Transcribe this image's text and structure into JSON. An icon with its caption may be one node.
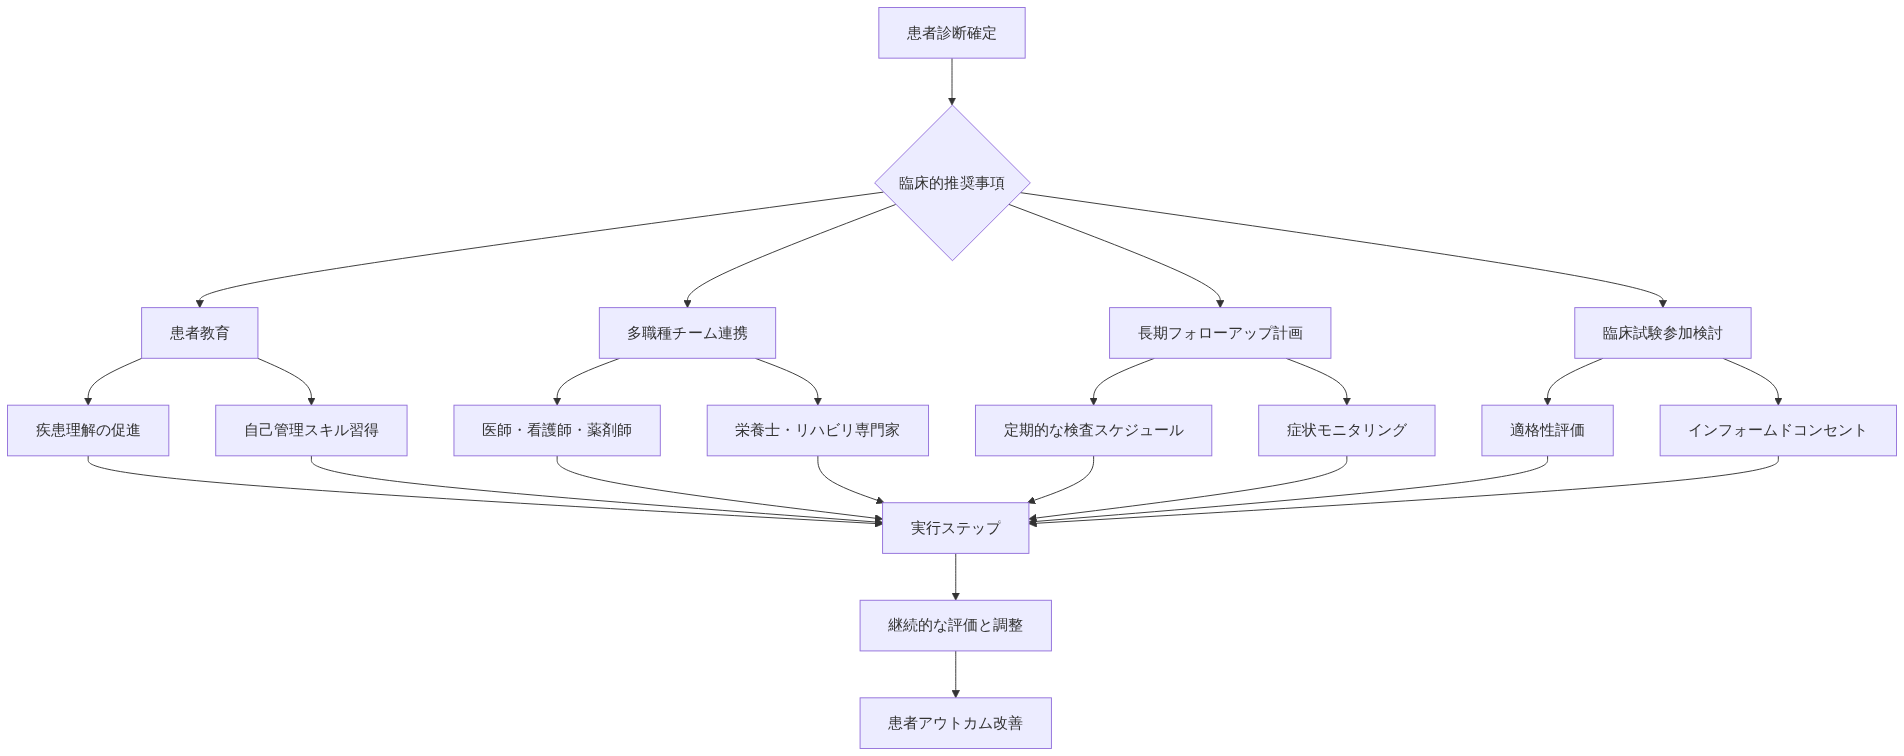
{
  "diagram": {
    "nodes": [
      {
        "text": [
          "患者診断確定"
        ]
      },
      {
        "text": [
          "臨床的推奨事項"
        ]
      },
      {
        "text": [
          "患者教育"
        ]
      },
      {
        "text": [
          "多職種チーム連携"
        ]
      },
      {
        "text": [
          "長期フォローアップ計画"
        ]
      },
      {
        "text": [
          "臨床試験参加検討"
        ]
      },
      {
        "text": [
          "疾患理解の促進"
        ]
      },
      {
        "text": [
          "自己管理スキル習得"
        ]
      },
      {
        "text": [
          "医師・看護師・薬剤師"
        ]
      },
      {
        "text": [
          "栄養士・リハビリ専門家"
        ]
      },
      {
        "text": [
          "定期的な検査スケジュール"
        ]
      },
      {
        "text": [
          "症状モニタリング"
        ]
      },
      {
        "text": [
          "適格性評価"
        ]
      },
      {
        "text": [
          "インフォームドコンセント"
        ]
      },
      {
        "text": [
          "実行ステップ"
        ]
      },
      {
        "text": [
          "継続的な評価と調整"
        ]
      },
      {
        "text": [
          "患者アウトカム改善"
        ]
      }
    ],
    "edges": [
      {
        "from": 0,
        "to": 1,
        "arrow": "to"
      },
      {
        "from": 1,
        "to": 2,
        "arrow": "to"
      },
      {
        "from": 1,
        "to": 3,
        "arrow": "to"
      },
      {
        "from": 1,
        "to": 4,
        "arrow": "to"
      },
      {
        "from": 1,
        "to": 5,
        "arrow": "to"
      },
      {
        "from": 2,
        "to": 6,
        "arrow": "to"
      },
      {
        "from": 2,
        "to": 7,
        "arrow": "to"
      },
      {
        "from": 3,
        "to": 8,
        "arrow": "to"
      },
      {
        "from": 3,
        "to": 9,
        "arrow": "to"
      },
      {
        "from": 4,
        "to": 10,
        "arrow": "to"
      },
      {
        "from": 4,
        "to": 11,
        "arrow": "to"
      },
      {
        "from": 5,
        "to": 12,
        "arrow": "to"
      },
      {
        "from": 5,
        "to": 13,
        "arrow": "to"
      },
      {
        "from": 6,
        "to": 14,
        "arrow": "to"
      },
      {
        "from": 7,
        "to": 14,
        "arrow": "to"
      },
      {
        "from": 8,
        "to": 14,
        "arrow": "to"
      },
      {
        "from": 9,
        "to": 14,
        "arrow": "to"
      },
      {
        "from": 10,
        "to": 14,
        "arrow": "to"
      },
      {
        "from": 11,
        "to": 14,
        "arrow": "to"
      },
      {
        "from": 12,
        "to": 14,
        "arrow": "to"
      },
      {
        "from": 13,
        "to": 14,
        "arrow": "to"
      },
      {
        "from": 14,
        "to": 15,
        "arrow": "to"
      },
      {
        "from": 15,
        "to": 16,
        "arrow": "to"
      }
    ]
  }
}
